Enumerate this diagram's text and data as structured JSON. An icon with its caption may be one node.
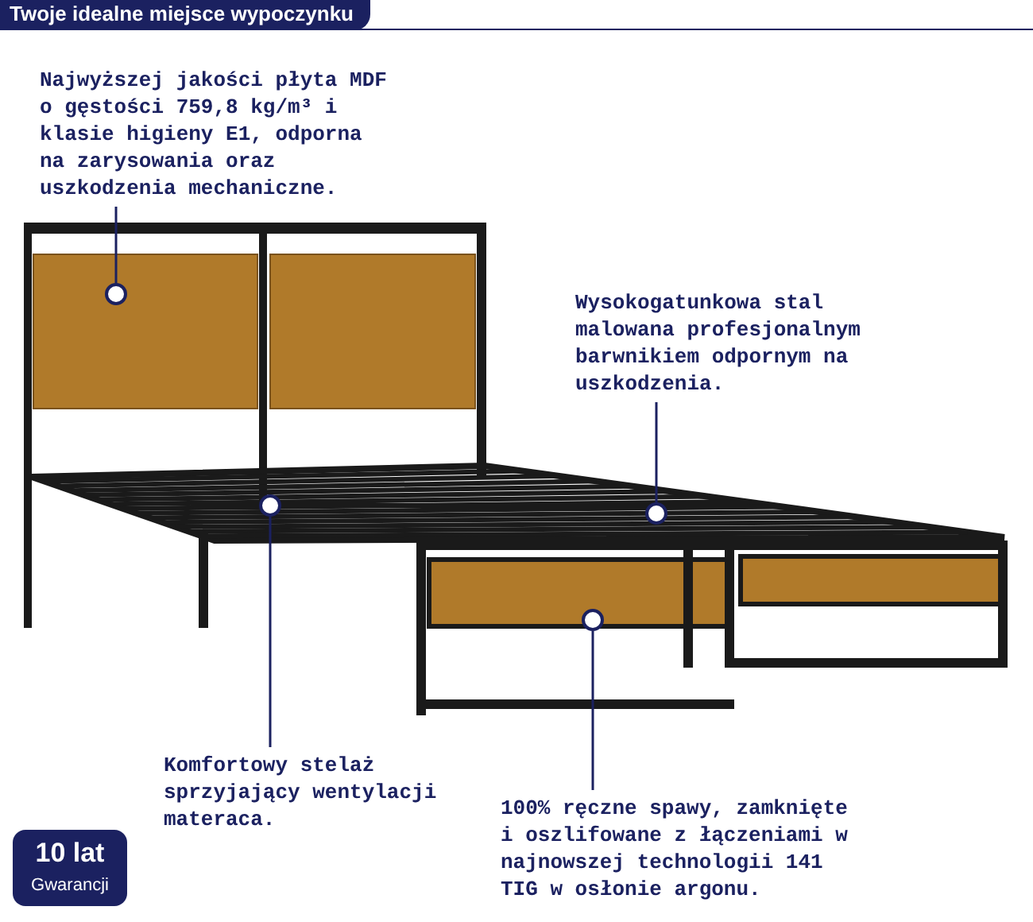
{
  "diagram": {
    "title": "Twoje idealne miejsce wypoczynku",
    "nodes": [
      {
        "text": [
          "Najwyższej jakości płyta MDF o gęstości 759,8 kg/m³ i klasie higieny E1, odporna na zarysowania oraz uszkodzenia mechaniczne."
        ]
      },
      {
        "text": [],
        "shape": "circle"
      },
      {
        "text": [
          "Wysokogatunkowa stal malowana profesjonalnym barwnikiem odpornym na uszkodzenia."
        ]
      },
      {
        "text": [],
        "shape": "circle"
      },
      {
        "text": [
          "Komfortowy stelaż sprzyjający wentylacji materaca."
        ]
      },
      {
        "text": [],
        "shape": "circle"
      },
      {
        "text": [
          "100% ręczne spawy, zamknięte i oszlifowane z łączeniami w najnowszej technologii 141 TIG w osłonie argonu."
        ]
      },
      {
        "text": [],
        "shape": "circle"
      },
      {
        "text": [
          "10 lat",
          "Gwarancji"
        ]
      }
    ],
    "edges": [
      {
        "from": 0,
        "to": 1,
        "arrow": "none"
      },
      {
        "from": 2,
        "to": 3,
        "arrow": "none"
      },
      {
        "from": 4,
        "to": 5,
        "arrow": "none"
      },
      {
        "from": 6,
        "to": 7,
        "arrow": "none"
      }
    ]
  }
}
